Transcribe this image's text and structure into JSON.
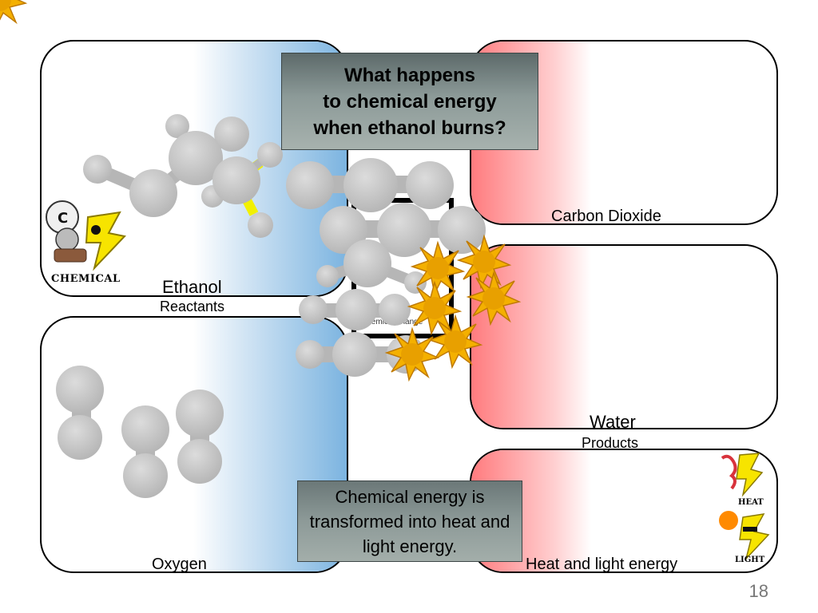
{
  "title": "What happens\nto chemical energy\nwhen ethanol burns?",
  "note": "Chemical energy is transformed into heat and light energy.",
  "labels": {
    "ethanol": "Ethanol",
    "reactants": "Reactants",
    "oxygen": "Oxygen",
    "carbon_dioxide": "Carbon Dioxide",
    "water": "Water",
    "products": "Products",
    "heat_light": "Heat and light energy",
    "chemical_change": "Chemical change"
  },
  "badges": {
    "chemical": "CHEMICAL",
    "heat": "HEAT",
    "light": "LIGHT"
  },
  "page_number": "18",
  "colors": {
    "reactant_gradient": "#7cb4e0",
    "product_gradient": "#ff7b7e",
    "molecule": "#c2c2c2",
    "bond_highlight": "#f2f000",
    "spark": "#f4b000",
    "title_box": "#7f8c8a"
  }
}
